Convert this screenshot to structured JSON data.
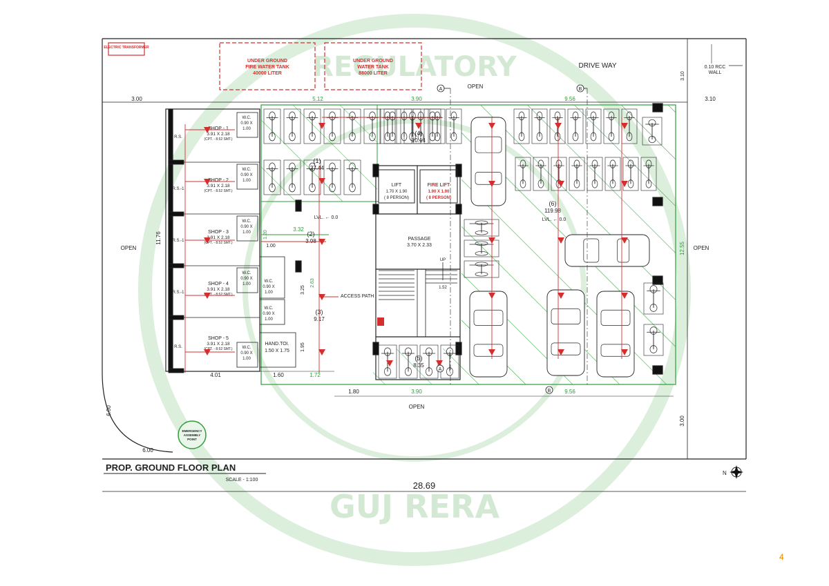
{
  "labels": {
    "electric_transformer": "ELECTRIC TRANSFORMER",
    "fire_tank_l1": "UNDER GROUND",
    "fire_tank_l2": "FIRE WATER TANK",
    "fire_tank_l3": "40000 LITER",
    "water_tank_l1": "UNDER GROUND",
    "water_tank_l2": "WATER TANK",
    "water_tank_l3": "88000 LITER",
    "drive_way": "DRIVE WAY",
    "rcc_wall_l1": "0.10 RCC",
    "rcc_wall_l2": "WALL",
    "open_top": "OPEN",
    "open_left": "OPEN",
    "open_right": "OPEN",
    "open_bottom": "OPEN",
    "lift_l1": "LIFT",
    "lift_l2": "1.70 X 1.90",
    "lift_l3": "( 8 PERSON)",
    "fire_lift_l1": "FIRE LIFT",
    "fire_lift_l2": "1.90 X 1.90",
    "fire_lift_l3": "( 8 PERSON)",
    "passage_l1": "PASSAGE",
    "passage_l2": "3.70 X 2.33",
    "access_path": "ACCESS PATH",
    "up": "UP",
    "lvl_1": "LVL. ← 0.0",
    "lvl_2": "LVL. ← 0.0",
    "hand_toi_l1": "HAND.TOI.",
    "hand_toi_l2": "1.50 X 1.75",
    "emergency_l1": "EMERGENCY",
    "emergency_l2": "ASSEMBLY",
    "emergency_l3": "POINT",
    "plan_title": "PROP. GROUND FLOOR PLAN",
    "scale": "SCALE - 1:100",
    "total_width": "28.69",
    "north": "N",
    "page_number": "4",
    "watermark_bottom": "GUJ RERA",
    "watermark_top": "REGULATORY",
    "marker_a": "A",
    "marker_b": "B"
  },
  "shops": [
    {
      "name": "SHOP - 1",
      "size": "3.91 X 2.18",
      "cpt": "(CPT. - 8.52 SMT.)",
      "rs": "R.S."
    },
    {
      "name": "SHOP - 2",
      "size": "3.91 X 2.18",
      "cpt": "(CPT. - 8.52 SMT.)",
      "rs": "R.S.-1"
    },
    {
      "name": "SHOP - 3",
      "size": "3.91 X 2.18",
      "cpt": "(CPT. - 8.52 SMT.)",
      "rs": "R.S.-1"
    },
    {
      "name": "SHOP - 4",
      "size": "3.91 X 2.18",
      "cpt": "(CPT. - 8.52 SMT.)",
      "rs": "R.S.-1"
    },
    {
      "name": "SHOP - 5",
      "size": "3.91 X 2.18",
      "cpt": "(CPT. - 8.52 SMT.)",
      "rs": "R.S."
    }
  ],
  "wc": {
    "label": "W.C.",
    "size_a": "0.90 X",
    "size_b": "1.00"
  },
  "parking_areas": [
    {
      "id": "(1)",
      "area": "27.44"
    },
    {
      "id": "(2)",
      "area": "3.98"
    },
    {
      "id": "(3)",
      "area": "9.17"
    },
    {
      "id": "(4)",
      "area": "10.14"
    },
    {
      "id": "(5)",
      "area": "8.35"
    },
    {
      "id": "(6)",
      "area": "119.98"
    }
  ],
  "dimensions": {
    "d_3_00_top_left": "3.00",
    "d_3_10_right": "3.10",
    "d_3_10_vertical": "3.10",
    "d_5_12": "5.12",
    "d_3_90_top": "3.90",
    "d_9_56_top": "9.56",
    "d_11_76": "11.76",
    "d_12_55": "12.55",
    "d_3_32": "3.32",
    "d_1_00": "1.00",
    "d_1_20": "1.20",
    "d_3_25": "3.25",
    "d_1_95": "1.95",
    "d_4_01": "4.01",
    "d_1_60": "1.60",
    "d_1_72": "1.72",
    "d_1_80": "1.80",
    "d_3_90_bottom": "3.90",
    "d_9_56_bottom": "9.56",
    "d_6_00_vertical": "6.00",
    "d_6_00_horizontal": "6.00",
    "d_3_00_right_bottom": "3.00",
    "d_1_52": "1.52",
    "d_2_63": "2.63"
  },
  "colors": {
    "line": "#222222",
    "fire": "#d32f2f",
    "green": "#2e9d3a",
    "watermark": "#d4e9d4",
    "page_number": "#e08a00"
  }
}
